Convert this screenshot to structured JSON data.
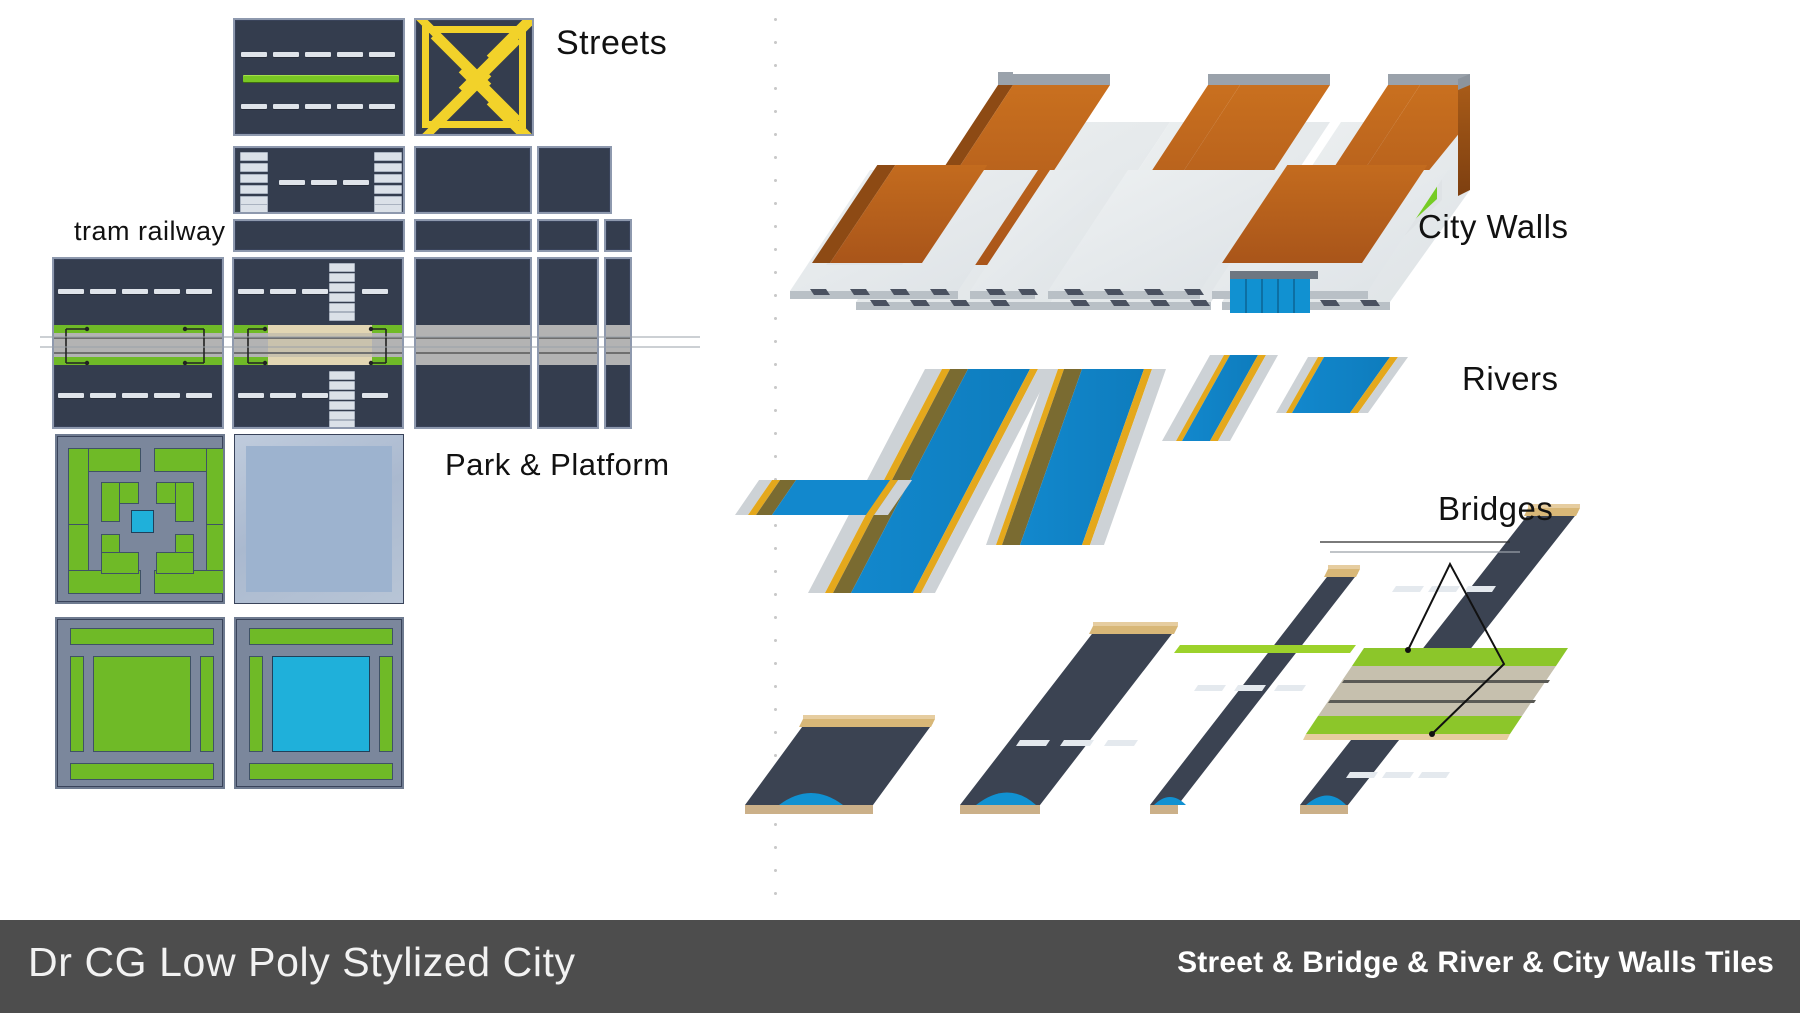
{
  "page": {
    "background": "#ffffff",
    "divider_color": "#c9c9c9"
  },
  "footer": {
    "background": "#4d4d4d",
    "left_title": "Dr CG Low Poly Stylized City",
    "right_title": "Street & Bridge & River & City Walls Tiles",
    "left_color": "#f2f2f2",
    "right_color": "#ffffff"
  },
  "labels": {
    "streets": "Streets",
    "tram_railway": "tram railway",
    "park_platform": "Park & Platform",
    "city_walls": "City Walls",
    "rivers": "Rivers",
    "bridges": "Bridges"
  },
  "palette": {
    "asphalt": "#343d4e",
    "asphalt_edge": "#8e99ae",
    "lane_marking": "#dfe4ea",
    "tram_green": "#79c723",
    "park_green": "#6fba27",
    "park_base": "#7b879c",
    "water_blue": "#1fb0da",
    "river_blue": "#1185c8",
    "mesh_yellow": "#f2d22a",
    "wall_brown": "#b9631f",
    "wall_brown_dark": "#8a4515",
    "wall_cap": "#9aa2ab",
    "ground_light": "#e9ecee",
    "bridge_wood": "#d8b777",
    "rail_bed": "#b9b4a6",
    "rail_bed_grey": "#b3b3b3"
  },
  "left_panel": {
    "section": "Streets / Tram railway / Park & Platform",
    "tiles": [
      {
        "name": "two-lane-road-with-tram-line",
        "type": "street"
      },
      {
        "name": "yellow-mesh-junction",
        "type": "street"
      },
      {
        "name": "road-with-double-crosswalk",
        "type": "street"
      },
      {
        "name": "plain-asphalt-large",
        "type": "street"
      },
      {
        "name": "plain-asphalt-medium",
        "type": "street"
      },
      {
        "name": "narrow-asphalt-strip",
        "type": "street"
      },
      {
        "name": "plain-asphalt-wide-strip",
        "type": "street"
      },
      {
        "name": "plain-asphalt-small",
        "type": "street"
      },
      {
        "name": "plain-asphalt-tiny",
        "type": "street"
      },
      {
        "name": "tram-railway-straight",
        "type": "tram"
      },
      {
        "name": "tram-railway-with-crossing",
        "type": "tram"
      },
      {
        "name": "tram-railway-plain-large",
        "type": "tram"
      },
      {
        "name": "tram-railway-plain-medium",
        "type": "tram"
      },
      {
        "name": "tram-railway-plain-narrow",
        "type": "tram"
      },
      {
        "name": "park-maze-tile",
        "type": "park"
      },
      {
        "name": "platform-plain-tile",
        "type": "platform"
      },
      {
        "name": "park-lawn-tile",
        "type": "park"
      },
      {
        "name": "park-pool-tile",
        "type": "park"
      }
    ]
  },
  "right_panel": {
    "groups": [
      {
        "name": "city-walls",
        "label": "City Walls",
        "count": 9
      },
      {
        "name": "rivers",
        "label": "Rivers",
        "count": 6
      },
      {
        "name": "bridges",
        "label": "Bridges",
        "count": 4
      }
    ]
  }
}
